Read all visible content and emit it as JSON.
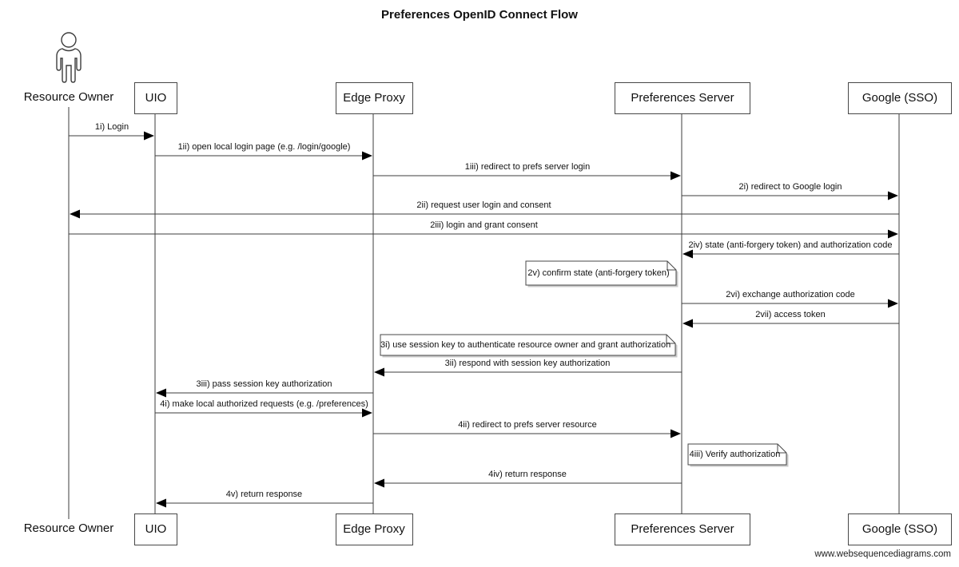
{
  "title": "Preferences OpenID Connect Flow",
  "watermark": "www.websequencediagrams.com",
  "actors": [
    {
      "label": "Resource Owner",
      "kind": "actor"
    },
    {
      "label": "UIO",
      "kind": "participant"
    },
    {
      "label": "Edge Proxy",
      "kind": "participant"
    },
    {
      "label": "Preferences Server",
      "kind": "participant"
    },
    {
      "label": "Google (SSO)",
      "kind": "participant"
    }
  ],
  "messages": [
    {
      "id": "1i",
      "kind": "message",
      "label": "1i) Login",
      "from": "Resource Owner",
      "to": "UIO"
    },
    {
      "id": "1ii",
      "kind": "message",
      "label": "1ii) open local login page (e.g. /login/google)",
      "from": "UIO",
      "to": "Edge Proxy"
    },
    {
      "id": "1iii",
      "kind": "message",
      "label": "1iii) redirect to prefs server login",
      "from": "Edge Proxy",
      "to": "Preferences Server"
    },
    {
      "id": "2i",
      "kind": "message",
      "label": "2i) redirect to Google login",
      "from": "Preferences Server",
      "to": "Google (SSO)"
    },
    {
      "id": "2ii",
      "kind": "message",
      "label": "2ii) request user login and consent",
      "from": "Google (SSO)",
      "to": "Resource Owner"
    },
    {
      "id": "2iii",
      "kind": "message",
      "label": "2iii) login and grant consent",
      "from": "Resource Owner",
      "to": "Google (SSO)"
    },
    {
      "id": "2iv",
      "kind": "message",
      "label": "2iv) state (anti-forgery token) and authorization code",
      "from": "Google (SSO)",
      "to": "Preferences Server"
    },
    {
      "id": "2v",
      "kind": "note",
      "label": "2v) confirm state (anti-forgery token)",
      "at": "Preferences Server",
      "side": "left"
    },
    {
      "id": "2vi",
      "kind": "message",
      "label": "2vi) exchange authorization code",
      "from": "Preferences Server",
      "to": "Google (SSO)"
    },
    {
      "id": "2vii",
      "kind": "message",
      "label": "2vii) access token",
      "from": "Google (SSO)",
      "to": "Preferences Server"
    },
    {
      "id": "3i",
      "kind": "note",
      "label": "3i) use session key to authenticate resource owner and grant authorization",
      "at": "Preferences Server",
      "side": "left"
    },
    {
      "id": "3ii",
      "kind": "message",
      "label": "3ii) respond with session key authorization",
      "from": "Preferences Server",
      "to": "Edge Proxy"
    },
    {
      "id": "3iii",
      "kind": "message",
      "label": "3iii) pass session key authorization",
      "from": "Edge Proxy",
      "to": "UIO"
    },
    {
      "id": "4i",
      "kind": "message",
      "label": "4i) make local authorized requests (e.g. /preferences)",
      "from": "UIO",
      "to": "Edge Proxy"
    },
    {
      "id": "4ii",
      "kind": "message",
      "label": "4ii) redirect to prefs server resource",
      "from": "Edge Proxy",
      "to": "Preferences Server"
    },
    {
      "id": "4iii",
      "kind": "note",
      "label": "4iii) Verify authorization",
      "at": "Preferences Server",
      "side": "right"
    },
    {
      "id": "4iv",
      "kind": "message",
      "label": "4iv) return response",
      "from": "Preferences Server",
      "to": "Edge Proxy"
    },
    {
      "id": "4v",
      "kind": "message",
      "label": "4v) return response",
      "from": "Edge Proxy",
      "to": "UIO"
    }
  ],
  "colors": {
    "line": "#3d3d3d",
    "arrow": "#000000",
    "box_border": "#474747",
    "note_shadow": "#c9c9c9",
    "background": "#ffffff",
    "text": "#111111"
  }
}
